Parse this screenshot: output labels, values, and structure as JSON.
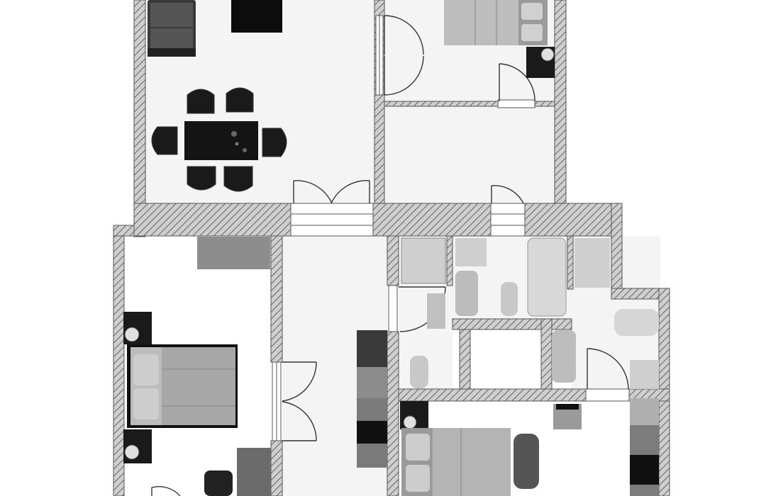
{
  "colors": {
    "background": "#ffffff",
    "floor": "#f4f4f4",
    "wall_outline": "#555555",
    "wall_fill": "#bdbdbd",
    "hatch": "#6b6b6b",
    "furniture_dark": "#111111",
    "furniture_mid": "#7a7a7a",
    "furniture_light": "#c8c8c8"
  },
  "rooms": [
    "living-dining-room",
    "upper-bedroom",
    "upper-hall",
    "left-bedroom",
    "corridor",
    "bathroom-left",
    "bathroom-center",
    "wc-right",
    "storage-closet",
    "lower-bedroom"
  ],
  "furniture": [
    "sofa",
    "tv-cabinet",
    "dining-table",
    "dining-chair",
    "double-bed",
    "nightstand",
    "wardrobe",
    "desk",
    "office-chair",
    "bathtub",
    "washbasin",
    "toilet",
    "shower-tray",
    "kitchen-counter",
    "bench"
  ],
  "icons": [
    "door-swing-icon",
    "double-door-icon",
    "lamp-icon"
  ]
}
